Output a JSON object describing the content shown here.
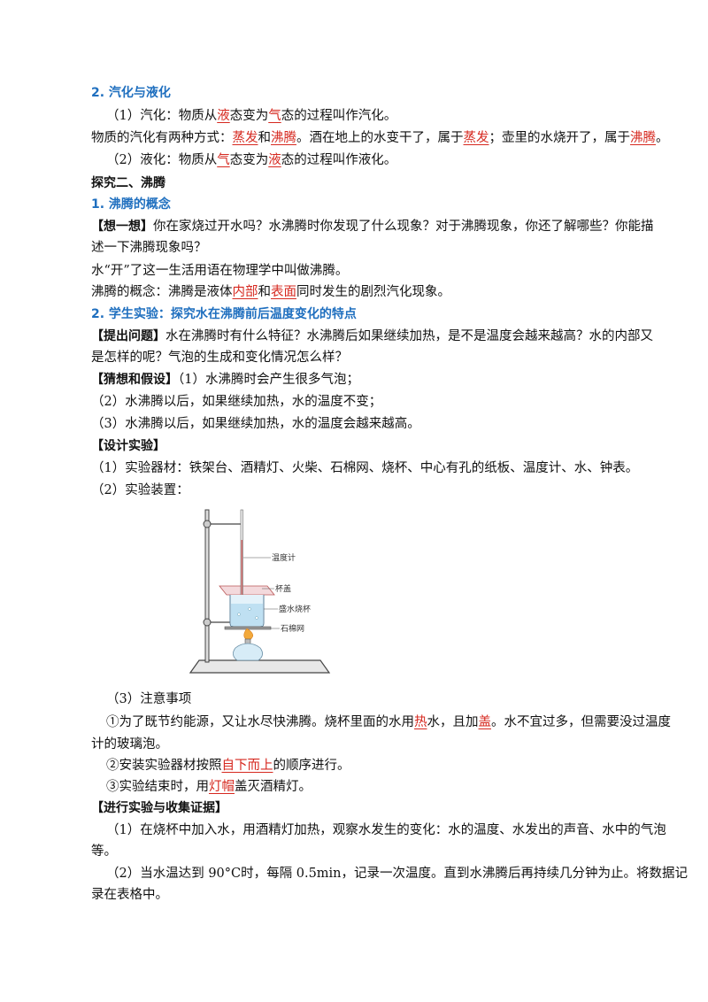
{
  "sec2_title": "2. 汽化与液化",
  "vap": {
    "pre": "（1）汽化：物质从",
    "a1": "液",
    "mid": "态变为",
    "a2": "气",
    "post": "态的过程叫作汽化。"
  },
  "vap_ways": {
    "pre": "物质的汽化有两种方式：",
    "a1": "蒸发",
    "and": "和",
    "a2": "沸腾",
    "mid": "。酒在地上的水变干了，属于",
    "a3": "蒸发",
    "mid2": "；壶里的水烧开了，属于",
    "a4": "沸腾",
    "post": "。"
  },
  "liq": {
    "pre": "（2）液化：物质从",
    "a1": "气",
    "mid": "态变为",
    "a2": "液",
    "post": "态的过程叫作液化。"
  },
  "explore2": "探究二、沸腾",
  "boil_concept_title": "1. 沸腾的概念",
  "think": {
    "tag": "【想一想】",
    "l1": "你在家烧过开水吗？水沸腾时你发现了什么现象？对于沸腾现象，你还了解哪些？你能描",
    "l2": "述一下沸腾现象吗？"
  },
  "kai": "水“开”了这一生活用语在物理学中叫做沸腾。",
  "concept": {
    "pre": "沸腾的概念：沸腾是液体",
    "a1": "内部",
    "and": "和",
    "a2": "表面",
    "post": "同时发生的剧烈汽化现象。"
  },
  "exp_title": "2. 学生实验：探究水在沸腾前后温度变化的特点",
  "question": {
    "tag": "【提出问题】",
    "l1": "水在沸腾时有什么特征？水沸腾后如果继续加热，是不是温度会越来越高？水的内部又",
    "l2": "是怎样的呢？气泡的生成和变化情况怎么样？"
  },
  "hyp": {
    "tag": "【猜想和假设】",
    "h1": "（1）水沸腾时会产生很多气泡；",
    "h2": "（2）水沸腾以后，如果继续加热，水的温度不变；",
    "h3": "（3）水沸腾以后，如果继续加热，水的温度会越来越高。"
  },
  "design_tag": "【设计实验】",
  "equip": "（1）实验器材：铁架台、酒精灯、火柴、石棉网、烧杯、中心有孔的纸板、温度计、水、钟表。",
  "setup": "（2）实验装置：",
  "labels": {
    "thermo": "温度计",
    "lid": "杯盖",
    "beaker": "盛水烧杯",
    "gauze": "石棉网"
  },
  "notes_title": "（3）注意事项",
  "n1": {
    "pre": "①为了既节约能源，又让水尽快沸腾。烧杯里面的水用",
    "a1": "热",
    "mid": "水，且加",
    "a2": "盖",
    "post": "。水不宜过多，但需要没过温度",
    "l2": "计的玻璃泡。"
  },
  "n2": {
    "pre": "②安装实验器材按照",
    "a1": "自下而上",
    "post": "的顺序进行。"
  },
  "n3": {
    "pre": "③实验结束时，用",
    "a1": "灯帽",
    "post": "盖灭酒精灯。"
  },
  "collect_tag": "【进行实验与收集证据】",
  "c1": {
    "l1": "（1）在烧杯中加入水，用酒精灯加热，观察水发生的变化：水的温度、水发出的声音、水中的气泡",
    "l2": "等。"
  },
  "c2": {
    "l1": "（2）当水温达到 90°C时，每隔 0.5min，记录一次温度。直到水沸腾后再持续几分钟为止。将数据记",
    "l2": "录在表格中。"
  }
}
